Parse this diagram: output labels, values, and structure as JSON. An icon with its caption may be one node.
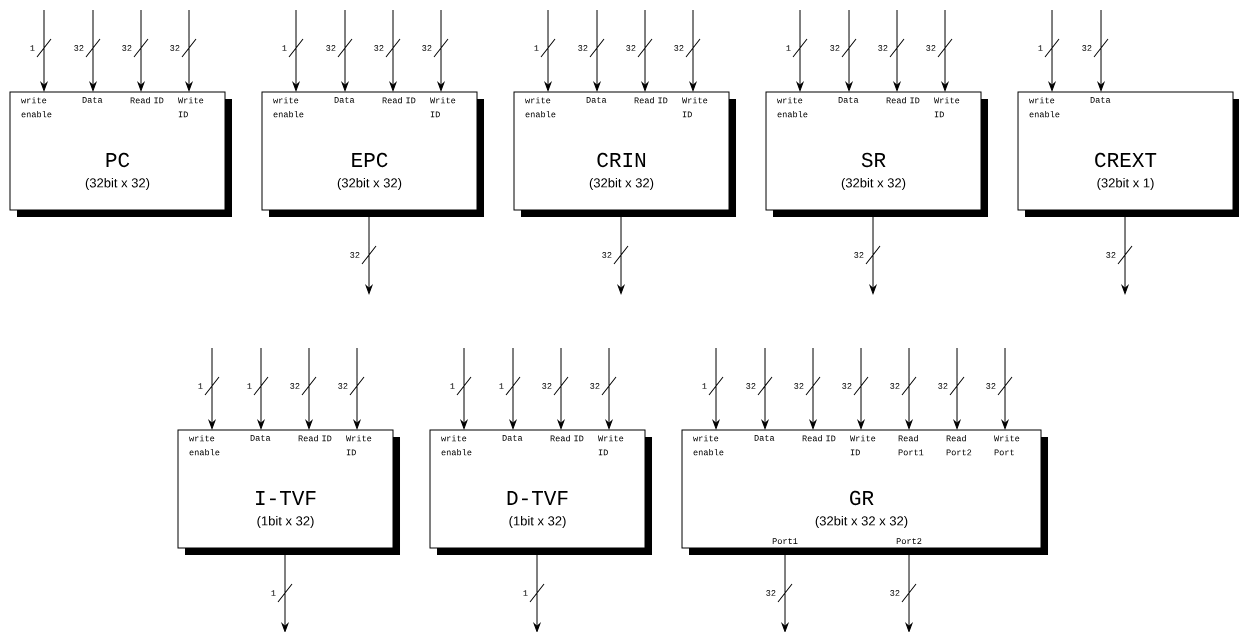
{
  "diagram": {
    "nodes": [
      {
        "text": [
          "write enable",
          "Data",
          "Read ID",
          "Write ID",
          "PC",
          "(32bit x 32)"
        ]
      },
      {
        "text": [
          "write enable",
          "Data",
          "Read ID",
          "Write ID",
          "EPC",
          "(32bit x 32)"
        ]
      },
      {
        "text": [
          "write enable",
          "Data",
          "Read ID",
          "Write ID",
          "CRIN",
          "(32bit x 32)"
        ]
      },
      {
        "text": [
          "write enable",
          "Data",
          "Read ID",
          "Write ID",
          "SR",
          "(32bit x 32)"
        ]
      },
      {
        "text": [
          "write enable",
          "Data",
          "CREXT",
          "(32bit x 1)"
        ]
      },
      {
        "text": [
          "write enable",
          "Data",
          "Read ID",
          "Write ID",
          "I-TVF",
          "(1bit x 32)"
        ]
      },
      {
        "text": [
          "write enable",
          "Data",
          "Read ID",
          "Write ID",
          "D-TVF",
          "(1bit x 32)"
        ]
      },
      {
        "text": [
          "write enable",
          "Data",
          "Read ID",
          "Write ID",
          "Read Port1",
          "Read Port2",
          "Write Port",
          "GR",
          "(32bit x 32 x 32)",
          "Port1",
          "Port2"
        ]
      }
    ],
    "edges": [
      {
        "from": null,
        "to": 0,
        "arrow": "to",
        "label": "1"
      },
      {
        "from": null,
        "to": 0,
        "arrow": "to",
        "label": "32"
      },
      {
        "from": null,
        "to": 0,
        "arrow": "to",
        "label": "32"
      },
      {
        "from": null,
        "to": 0,
        "arrow": "to",
        "label": "32"
      },
      {
        "from": null,
        "to": 1,
        "arrow": "to",
        "label": "1"
      },
      {
        "from": null,
        "to": 1,
        "arrow": "to",
        "label": "32"
      },
      {
        "from": null,
        "to": 1,
        "arrow": "to",
        "label": "32"
      },
      {
        "from": null,
        "to": 1,
        "arrow": "to",
        "label": "32"
      },
      {
        "from": 1,
        "to": null,
        "arrow": "to",
        "label": "32"
      },
      {
        "from": null,
        "to": 2,
        "arrow": "to",
        "label": "1"
      },
      {
        "from": null,
        "to": 2,
        "arrow": "to",
        "label": "32"
      },
      {
        "from": null,
        "to": 2,
        "arrow": "to",
        "label": "32"
      },
      {
        "from": null,
        "to": 2,
        "arrow": "to",
        "label": "32"
      },
      {
        "from": 2,
        "to": null,
        "arrow": "to",
        "label": "32"
      },
      {
        "from": null,
        "to": 3,
        "arrow": "to",
        "label": "1"
      },
      {
        "from": null,
        "to": 3,
        "arrow": "to",
        "label": "32"
      },
      {
        "from": null,
        "to": 3,
        "arrow": "to",
        "label": "32"
      },
      {
        "from": null,
        "to": 3,
        "arrow": "to",
        "label": "32"
      },
      {
        "from": 3,
        "to": null,
        "arrow": "to",
        "label": "32"
      },
      {
        "from": null,
        "to": 4,
        "arrow": "to",
        "label": "1"
      },
      {
        "from": null,
        "to": 4,
        "arrow": "to",
        "label": "32"
      },
      {
        "from": 4,
        "to": null,
        "arrow": "to",
        "label": "32"
      },
      {
        "from": null,
        "to": 5,
        "arrow": "to",
        "label": "1"
      },
      {
        "from": null,
        "to": 5,
        "arrow": "to",
        "label": "1"
      },
      {
        "from": null,
        "to": 5,
        "arrow": "to",
        "label": "32"
      },
      {
        "from": null,
        "to": 5,
        "arrow": "to",
        "label": "32"
      },
      {
        "from": 5,
        "to": null,
        "arrow": "to",
        "label": "1"
      },
      {
        "from": null,
        "to": 6,
        "arrow": "to",
        "label": "1"
      },
      {
        "from": null,
        "to": 6,
        "arrow": "to",
        "label": "1"
      },
      {
        "from": null,
        "to": 6,
        "arrow": "to",
        "label": "32"
      },
      {
        "from": null,
        "to": 6,
        "arrow": "to",
        "label": "32"
      },
      {
        "from": 6,
        "to": null,
        "arrow": "to",
        "label": "1"
      },
      {
        "from": null,
        "to": 7,
        "arrow": "to",
        "label": "1"
      },
      {
        "from": null,
        "to": 7,
        "arrow": "to",
        "label": "32"
      },
      {
        "from": null,
        "to": 7,
        "arrow": "to",
        "label": "32"
      },
      {
        "from": null,
        "to": 7,
        "arrow": "to",
        "label": "32"
      },
      {
        "from": null,
        "to": 7,
        "arrow": "to",
        "label": "32"
      },
      {
        "from": null,
        "to": 7,
        "arrow": "to",
        "label": "32"
      },
      {
        "from": null,
        "to": 7,
        "arrow": "to",
        "label": "32"
      },
      {
        "from": 7,
        "to": null,
        "arrow": "to",
        "label": "32"
      },
      {
        "from": 7,
        "to": null,
        "arrow": "to",
        "label": "32"
      }
    ]
  }
}
